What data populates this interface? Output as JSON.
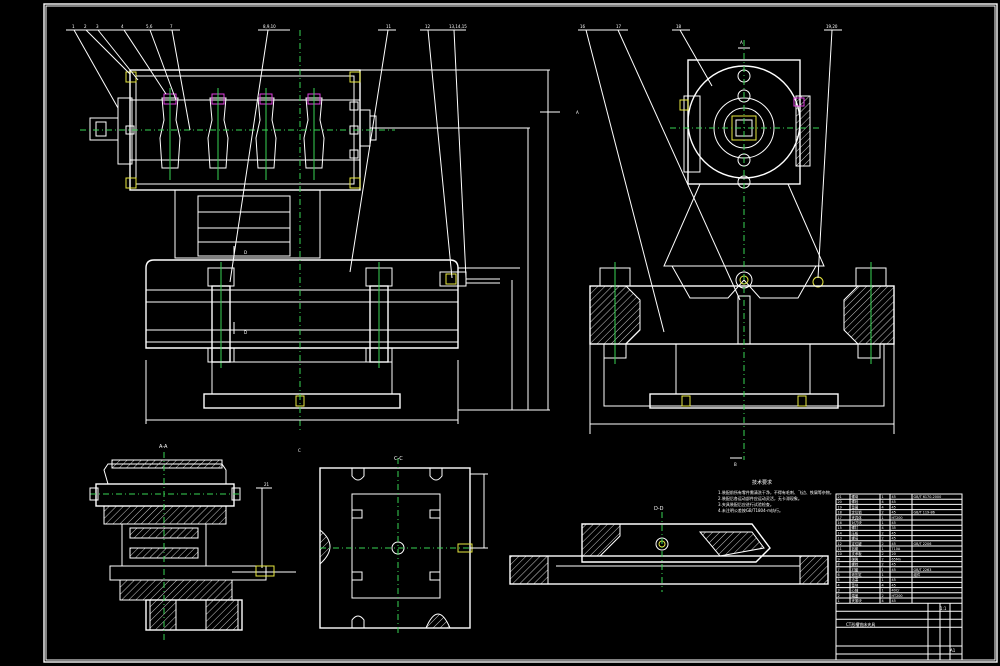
{
  "colors": {
    "background": "#000000",
    "line": "#ffffff",
    "centerline": "#39d353",
    "accent_magenta": "#e040e0",
    "accent_yellow": "#e8e840"
  },
  "front_view": {
    "balloons": [
      "1",
      "2",
      "3",
      "4",
      "5,6",
      "7",
      "8,9,10",
      "11",
      "12",
      "13,14,15"
    ],
    "label_a": "A",
    "label_c": "C",
    "label_d_top": "D",
    "label_d_bottom": "D"
  },
  "side_view": {
    "balloons": [
      "16",
      "17",
      "18",
      "19,20"
    ],
    "label_a": "A",
    "label_b": "B"
  },
  "section_aa": {
    "title": "A-A",
    "balloon": "21"
  },
  "section_cc": {
    "title": "C-C"
  },
  "section_dd": {
    "title": "D-D"
  },
  "tech_requirements": {
    "title": "技术要求",
    "lines": [
      "1.装配前所有零件需清洗干净，不得有毛刺、飞边、铁屑等杂物。",
      "2.装配后各运动部件应运动灵活，无卡滞现象。",
      "3.夹具装配后应进行试验检查。",
      "4.未注明公差按GB/T1804-m执行。"
    ]
  },
  "title_block": {
    "drawing_name": "CT形槽铣床夹具",
    "scale": "1:1",
    "sheet": "A1",
    "rows": [
      [
        "21",
        "螺母",
        "1",
        "45",
        "GB/T 6170-2000"
      ],
      [
        "20",
        "螺栓",
        "4",
        "45",
        ""
      ],
      [
        "19",
        "垫圈",
        "4",
        "45",
        ""
      ],
      [
        "18",
        "定位销",
        "2",
        "45",
        "GB/T 119-86"
      ],
      [
        "17",
        "夹具体",
        "1",
        "HT200",
        ""
      ],
      [
        "16",
        "对刀块",
        "1",
        "45",
        ""
      ],
      [
        "15",
        "螺钉",
        "4",
        "35",
        ""
      ],
      [
        "14",
        "压板",
        "2",
        "45",
        ""
      ],
      [
        "13",
        "螺母",
        "2",
        "45",
        ""
      ],
      [
        "12",
        "定位键",
        "2",
        "45",
        "GB/T 2206"
      ],
      [
        "11",
        "钻套",
        "1",
        "T10A",
        ""
      ],
      [
        "10",
        "支承板",
        "2",
        "20",
        ""
      ],
      [
        "9",
        "弹簧",
        "2",
        "65Mn",
        ""
      ],
      [
        "8",
        "螺栓",
        "2",
        "45",
        ""
      ],
      [
        "7",
        "衬套",
        "1",
        "45",
        "GB/T 2263"
      ],
      [
        "6",
        "液压缸",
        "1",
        "",
        "组件"
      ],
      [
        "5",
        "活塞",
        "1",
        "45",
        ""
      ],
      [
        "4",
        "垫块",
        "4",
        "45",
        ""
      ],
      [
        "3",
        "心轴",
        "1",
        "40Cr",
        ""
      ],
      [
        "2",
        "端盖",
        "2",
        "HT200",
        ""
      ],
      [
        "1",
        "夹紧块",
        "4",
        "45",
        ""
      ]
    ]
  }
}
